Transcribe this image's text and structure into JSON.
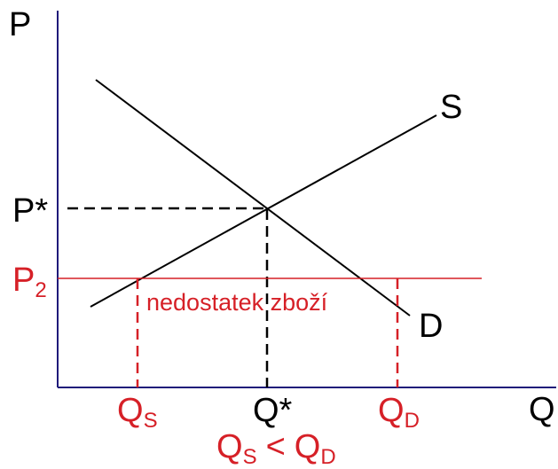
{
  "axes": {
    "y_label": "P",
    "x_label": "Q"
  },
  "curves": {
    "supply_label": "S",
    "demand_label": "D"
  },
  "equilibrium": {
    "price_label": "P*",
    "quantity_label": "Q*"
  },
  "price_ceiling": {
    "label_main": "P",
    "label_sub": "2",
    "shortage_text": "nedostatek zboží"
  },
  "quantities": {
    "qs_main": "Q",
    "qs_sub": "S",
    "qd_main": "Q",
    "qd_sub": "D"
  },
  "inequality": {
    "left_main": "Q",
    "left_sub": "S",
    "operator": "<",
    "right_main": "Q",
    "right_sub": "D"
  },
  "colors": {
    "axis": "#1f1a7a",
    "curve": "#000000",
    "accent": "#d62027"
  }
}
